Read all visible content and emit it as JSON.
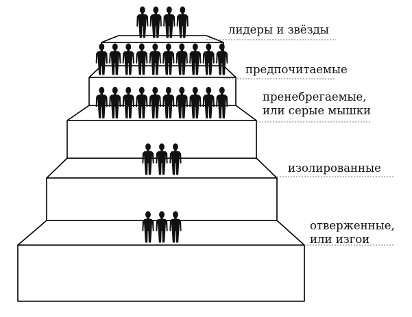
{
  "levels": [
    {
      "id": "leaders",
      "label_lines": [
        "лидеры и звёзды"
      ],
      "figures": 4
    },
    {
      "id": "preferred",
      "label_lines": [
        "предпочитаемые"
      ],
      "figures": 10
    },
    {
      "id": "neglected",
      "label_lines": [
        "пренебрегаемые,",
        "или серые мышки"
      ],
      "figures": 10
    },
    {
      "id": "isolated",
      "label_lines": [
        "изолированные"
      ],
      "figures": 3
    },
    {
      "id": "rejected",
      "label_lines": [
        "отверженные,",
        "или изгои"
      ],
      "figures": 3
    }
  ],
  "colors": {
    "stroke": "#000000",
    "figure": "#111111",
    "leader_line": "#777777",
    "background": "#ffffff"
  }
}
